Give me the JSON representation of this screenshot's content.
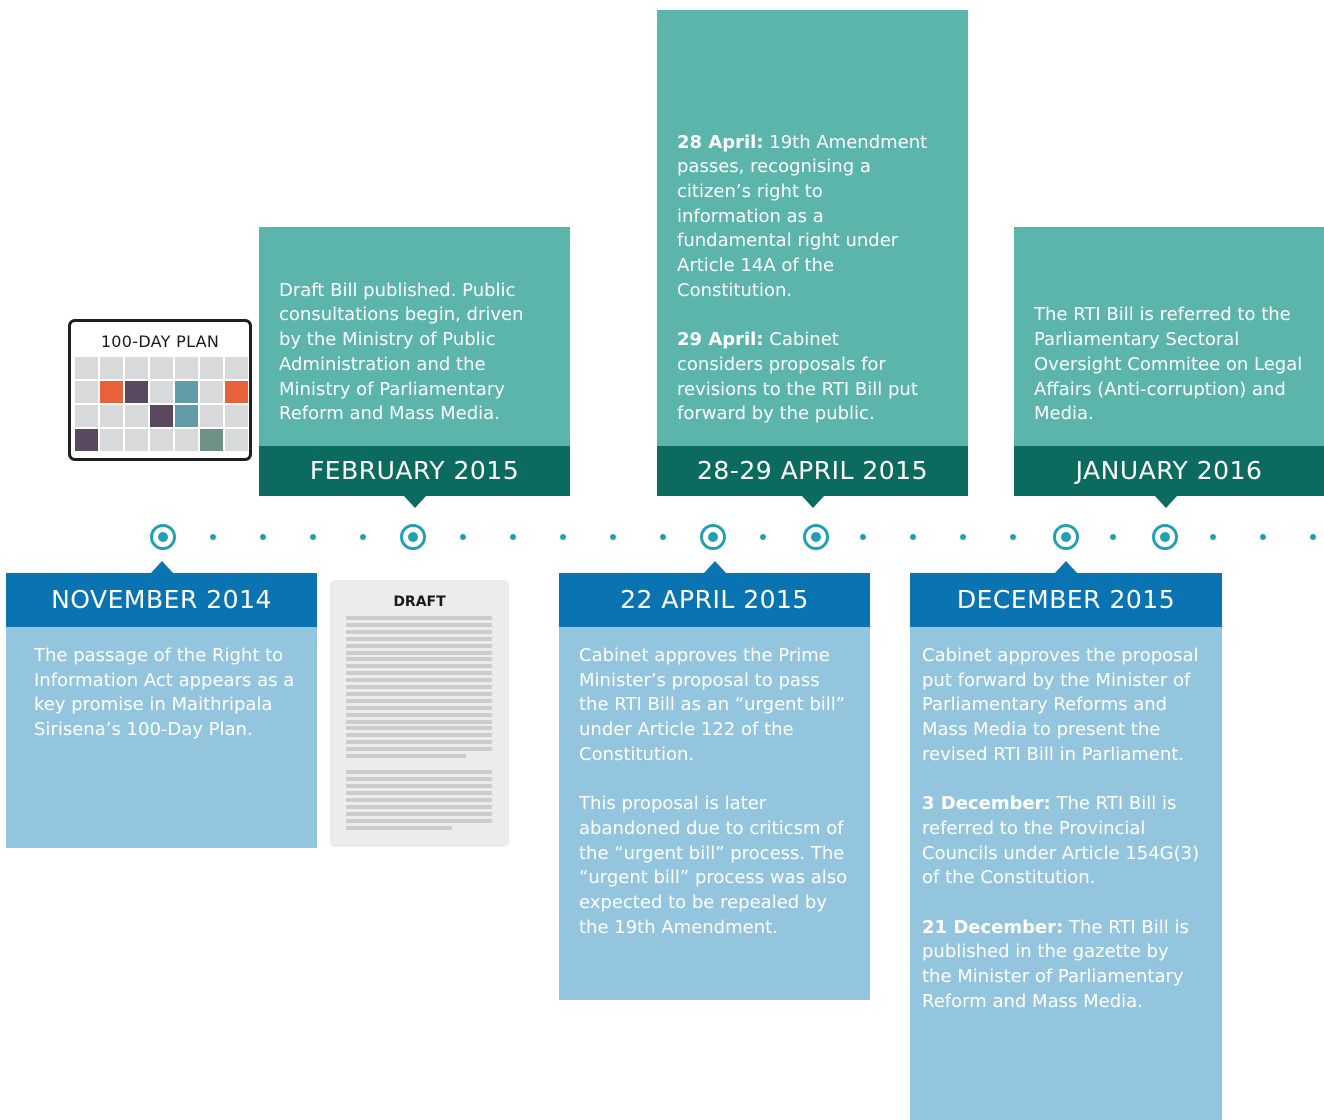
{
  "calendar": {
    "title": "100-DAY PLAN",
    "cells": [
      "#d8d9da",
      "#d8d9da",
      "#d8d9da",
      "#d8d9da",
      "#d8d9da",
      "#d8d9da",
      "#d8d9da",
      "#d8d9da",
      "#e9613a",
      "#5a4760",
      "#d8d9da",
      "#629ca8",
      "#d8d9da",
      "#e9613a",
      "#d8d9da",
      "#d8d9da",
      "#d8d9da",
      "#5a4760",
      "#629ca8",
      "#d8d9da",
      "#d8d9da",
      "#5a4760",
      "#d8d9da",
      "#d8d9da",
      "#d8d9da",
      "#d8d9da",
      "#6e9283",
      "#d8d9da"
    ]
  },
  "draft_doc": {
    "title": "DRAFT"
  },
  "top_events": [
    {
      "date": "FEBRUARY 2015",
      "paragraphs": [
        {
          "bold": "",
          "text": "Draft Bill published. Public consultations begin, driven by the Ministry of Public Administration and the Ministry of Parliamentary Reform and Mass Media."
        }
      ]
    },
    {
      "date": "28-29 APRIL 2015",
      "paragraphs": [
        {
          "bold": "28 April:",
          "text": " 19th Amendment passes, recognising a citizen’s right to information as a fundamental right under Article 14A of the Constitution."
        },
        {
          "bold": "29 April:",
          "text": " Cabinet considers proposals for revisions to the RTI Bill put forward by the public."
        }
      ]
    },
    {
      "date": "JANUARY 2016",
      "paragraphs": [
        {
          "bold": "",
          "text": "The RTI Bill is referred to the Parliamentary Sectoral Oversight Commitee on Legal Affairs (Anti-corruption) and Media."
        }
      ]
    }
  ],
  "bottom_events": [
    {
      "date": "NOVEMBER 2014",
      "paragraphs": [
        {
          "bold": "",
          "text": "The passage of the Right to Information Act appears as a key promise in Maithripala Sirisena’s 100-Day Plan."
        }
      ]
    },
    {
      "date": "22 APRIL 2015",
      "paragraphs": [
        {
          "bold": "",
          "text": "Cabinet approves the Prime Minister’s proposal to pass the RTI Bill as an “urgent bill” under Article 122 of the Constitution."
        },
        {
          "bold": "",
          "text": "This proposal is later abandoned due to criticsm of the “urgent bill” process. The “urgent bill” process was also expected to be repealed by the 19th Amendment."
        }
      ]
    },
    {
      "date": "DECEMBER 2015",
      "paragraphs": [
        {
          "bold": "",
          "text": "Cabinet approves the proposal put forward by the Minister of Parliamentary Reforms and Mass Media to present the revised RTI Bill in Parliament."
        },
        {
          "bold": "3 December:",
          "text": " The RTI Bill is referred to the Provincial Councils under Article 154G(3) of the Constitution."
        },
        {
          "bold": "21 December:",
          "text": " The RTI Bill is published in the gazette by the Minister of Parliamentary Reform and Mass Media."
        }
      ]
    }
  ],
  "colors": {
    "top_header": "#0a6b5e",
    "top_body": "#5bb5aa",
    "bottom_header": "#0a74b3",
    "bottom_body": "#94c5de",
    "timeline": "#22a0b3"
  }
}
